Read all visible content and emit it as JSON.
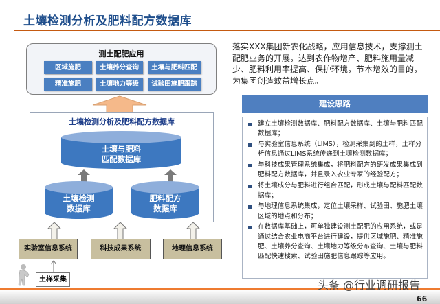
{
  "title": "土壤检测分析及肥料配方数据库",
  "app": {
    "title": "测土配肥应用",
    "buttons": [
      "区域施肥",
      "土壤养分查询",
      "土壤与肥料匹配",
      "精准施肥",
      "土壤地力等级",
      "试验田施肥跟踪"
    ]
  },
  "database": {
    "title": "土壤检测分析及肥料配方数据库",
    "match_db": [
      "土壤与肥料",
      "匹配数据库"
    ],
    "soil_db": [
      "土壤检测",
      "数据库"
    ],
    "fert_db": [
      "肥料配方",
      "数据库"
    ]
  },
  "systems": [
    "实验室信息系统",
    "科技成果系统",
    "地理信息系统"
  ],
  "sample": "土样采集",
  "intro": "落实XXX集团新农化战略，应用信息技术，支撑测土配肥业务的开展，达到农作物增产、肥料施用量减少、肥料利用率提高、保护环境，节本增效的目的，为集团创造效益增长点。",
  "ideas": {
    "title": "建设思路",
    "items": [
      "建立土壤检测数据库、肥料配方数据库、土壤与肥料匹配数据库；",
      "与实验室信息系统（LIMS），检测采集到的土样，土样分析信息通过LIMS系统传递到土壤检测数据库；",
      "与科技成果管理系统集成，将肥料配方的研发成果集成到肥料配方数据库，并且录入农业专家的经验配方；",
      "将土壤成分与肥料进行组合匹配，形成土壤与配料匹配数据库；",
      "与地理信息系统集成，定位土壤采样、试验田、施肥土壤区域的地点和分布；",
      "在数据库基础上，可单独建设测土配肥的应用系统，或是通过结合农业电商平台进行建设，提供区域施肥、精准施肥、土壤养分查询、土壤地力等级分布查询、土壤与肥料匹配快速搜索、试验田施肥信息跟踪等应用。"
    ]
  },
  "watermark": "头条 @行业调研报告",
  "page_number": "66",
  "colors": {
    "accent": "#ee7b30",
    "blue": "#4a7fc1",
    "title": "#1f4e8c"
  }
}
